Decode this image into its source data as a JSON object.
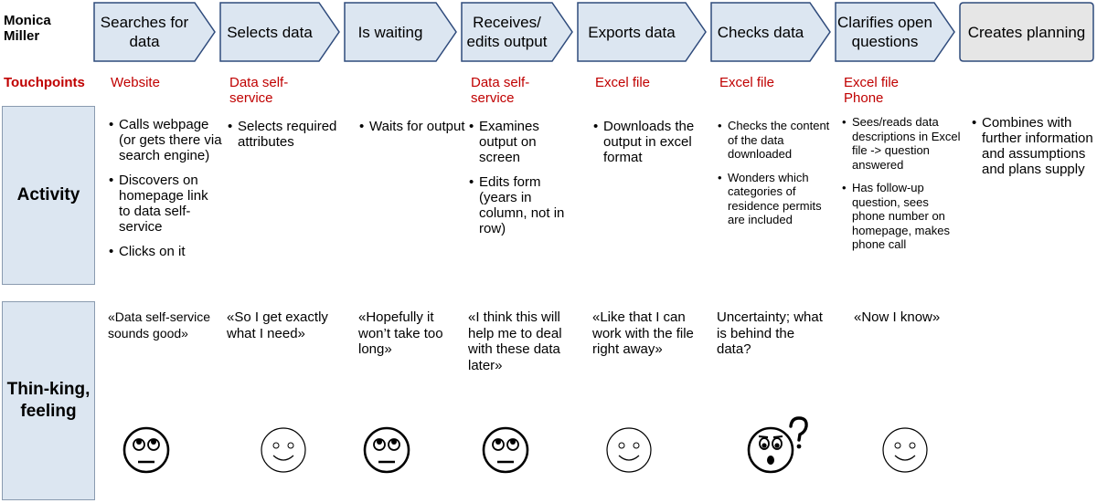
{
  "persona": "Monica Miller",
  "row_labels": {
    "touchpoints": "Touchpoints",
    "activity": "Activity",
    "thinking": "Thin-king, feeling"
  },
  "stages": [
    {
      "label": "Searches for data",
      "fill": "#dce6f1"
    },
    {
      "label": "Selects data",
      "fill": "#dce6f1"
    },
    {
      "label": "Is waiting",
      "fill": "#dce6f1"
    },
    {
      "label": "Receives/ edits output",
      "fill": "#dce6f1"
    },
    {
      "label": "Exports data",
      "fill": "#dce6f1"
    },
    {
      "label": "Checks data",
      "fill": "#dce6f1"
    },
    {
      "label": "Clarifies open questions",
      "fill": "#dce6f1"
    },
    {
      "label": "Creates planning",
      "fill": "#e6e6e6"
    }
  ],
  "touchpoints": [
    "Website",
    "Data self-service",
    "",
    "Data self-service",
    "Excel file",
    "Excel file",
    "Excel file Phone",
    ""
  ],
  "activities": [
    [
      "Calls webpage (or gets there via search engine)",
      "Discovers on homepage link to data self-service",
      "Clicks on it"
    ],
    [
      "Selects required attributes"
    ],
    [
      "Waits for output"
    ],
    [
      "Examines output on screen",
      "Edits form (years in column, not in row)"
    ],
    [
      "Downloads the output in excel format"
    ],
    [
      "Checks the content of the data downloaded",
      "Wonders which categories of residence permits are included"
    ],
    [
      "Sees/reads data descriptions in Excel file -> question answered",
      "Has follow-up question, sees phone number on homepage, makes phone call"
    ],
    [
      "Combines with further information and assumptions and plans supply"
    ]
  ],
  "quotes": [
    "«Data self-service sounds good»",
    "«So I get exactly what I need»",
    "«Hopefully it won’t take too long»",
    "«I think this will help me to deal with these data later»",
    "«Like that I can work with the file right away»",
    "Uncertainty; what is behind the data?",
    "«Now I know»",
    ""
  ],
  "faces": [
    "eyeroll",
    "smile",
    "eyeroll",
    "eyeroll",
    "smile",
    "surprised",
    "smile",
    "none"
  ],
  "colors": {
    "stage_fill": "#dce6f1",
    "stage_fill_last": "#e6e6e6",
    "stage_stroke": "#2f4b7c",
    "touchpoint_text": "#c00000",
    "side_box_fill": "#dce6f1"
  },
  "icons": {
    "eyeroll": "eye-roll-face-icon",
    "smile": "smiling-face-icon",
    "surprised": "surprised-face-icon",
    "question": "question-mark-icon"
  }
}
